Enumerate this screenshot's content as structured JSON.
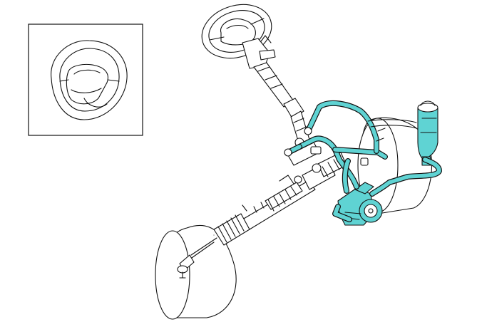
{
  "colors": {
    "background": "#ffffff",
    "line_art": "#111111",
    "hydraulic_highlight": "#5fd3d3"
  },
  "inset": {
    "icon": "steering-wheel-airbag-icon"
  },
  "components": [
    "steering-wheel",
    "steering-column",
    "intermediate-shaft",
    "steering-gear-rack",
    "rack-boot",
    "tie-rod-end",
    "front-wheel-left",
    "front-wheel-right",
    "power-steering-reservoir",
    "power-steering-pump",
    "pressure-hose",
    "return-hose"
  ]
}
